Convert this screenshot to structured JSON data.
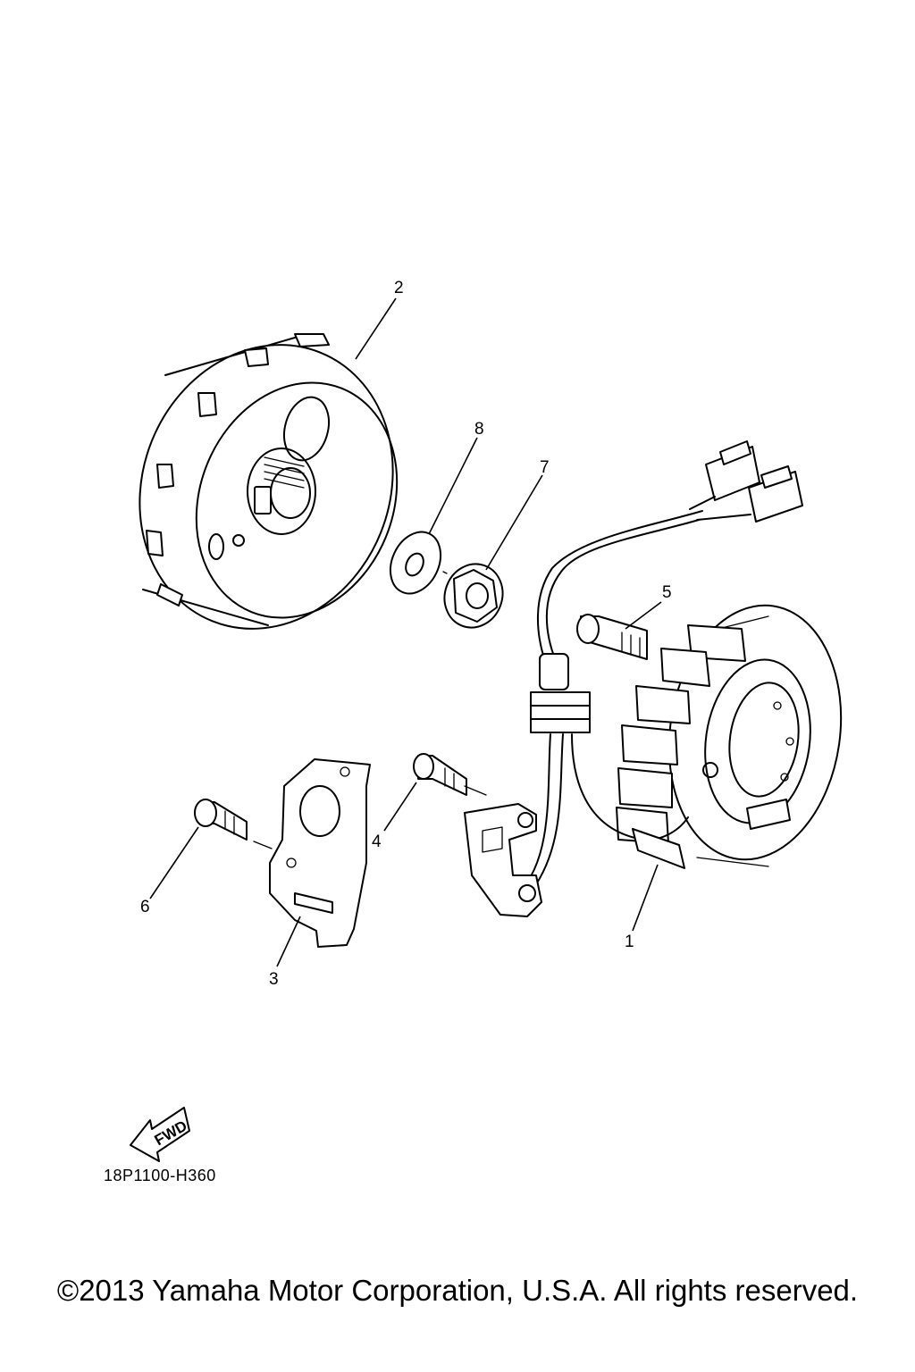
{
  "diagram": {
    "callouts": {
      "c1": "1",
      "c2": "2",
      "c3": "3",
      "c4": "4",
      "c5": "5",
      "c6": "6",
      "c7": "7",
      "c8": "8"
    },
    "direction_label": "FWD",
    "diagram_code": "18P1100-H360"
  },
  "footer": {
    "copyright": "©2013 Yamaha Motor Corporation, U.S.A. All rights reserved."
  }
}
